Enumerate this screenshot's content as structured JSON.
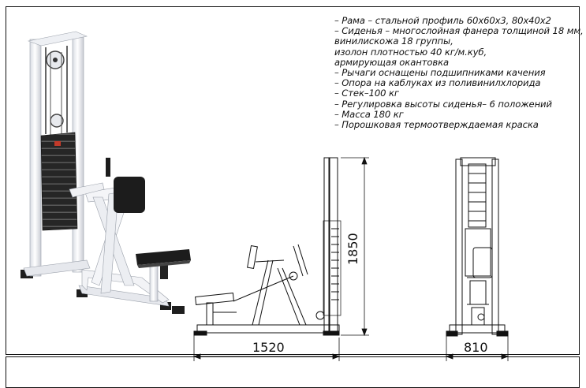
{
  "specs": [
    "– Рама – стальной профиль 60х60х3, 80х40х2",
    "– Сиденья – многослойная фанера толщиной 18 мм,",
    "винилискожа 18 группы,",
    "изолон плотностью 40 кг/м.куб,",
    "армирующая окантовка",
    "– Рычаги оснащены подшипниками качения",
    "– Опора на каблуках из поливинилхлорида",
    "– Стек–100 кг",
    "– Регулировка высоты сиденья– 6 положений",
    "– Масса 180 кг",
    "– Порошковая термоотверждаемая краска"
  ],
  "dimensions": {
    "length": "1520",
    "height": "1850",
    "width": "810"
  },
  "colors": {
    "frame_paint": "#ffffff",
    "upholstery": "#1c1c1c",
    "weight_stack": "#2a2a2a",
    "line": "#111111"
  }
}
